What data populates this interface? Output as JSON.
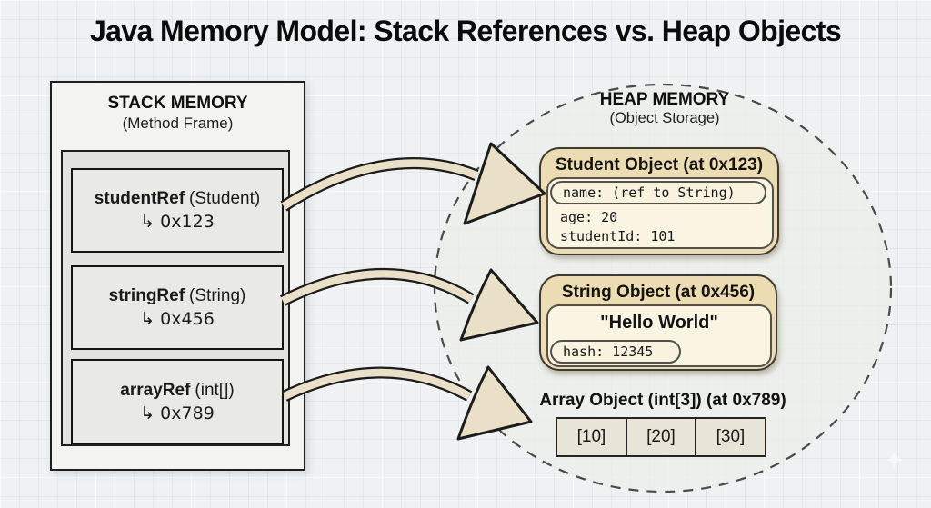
{
  "title": "Java Memory Model: Stack References vs. Heap Objects",
  "stack": {
    "title": "STACK MEMORY",
    "subtitle": "(Method Frame)",
    "refs": [
      {
        "name": "studentRef",
        "type": "(Student)",
        "pointer": "↳ 0x123"
      },
      {
        "name": "stringRef",
        "type": "(String)",
        "pointer": "↳ 0x456"
      },
      {
        "name": "arrayRef",
        "type": "(int[])",
        "pointer": "↳ 0x789"
      }
    ]
  },
  "heap": {
    "title": "HEAP MEMORY",
    "subtitle": "(Object Storage)",
    "student": {
      "title": "Student Object (at 0x123)",
      "name_field": "name: (ref to String)",
      "fields": [
        "age: 20",
        "studentId: 101"
      ]
    },
    "string": {
      "title": "String Object (at 0x456)",
      "value": "\"Hello World\"",
      "hash_field": "hash: 12345"
    },
    "array": {
      "title": "Array Object (int[3]) (at 0x789)",
      "cells": [
        "[10]",
        "[20]",
        "[30]"
      ]
    }
  },
  "colors": {
    "object_fill": "#ecdcb4",
    "panel_fill": "#faf4e2",
    "arrow_fill": "#e9e0c7",
    "stack_fill": "#f3f4f1",
    "frame_fill": "#e2e2de",
    "slot_fill": "#e9e9e6",
    "ink": "#1c1c1c"
  }
}
